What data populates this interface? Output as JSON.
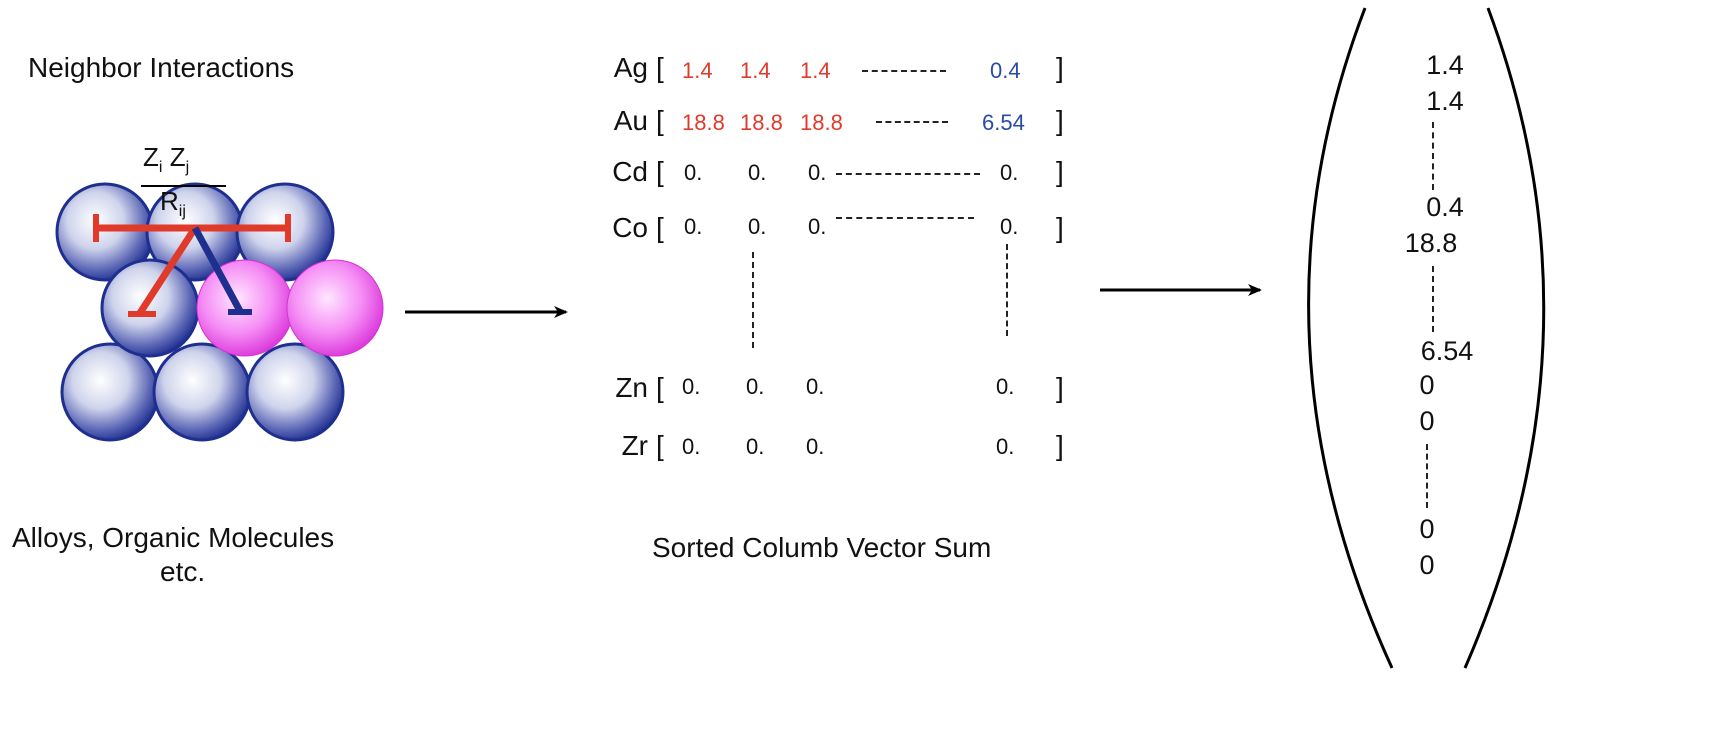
{
  "left": {
    "title": "Neighbor Interactions",
    "caption_line1": "Alloys, Organic Molecules",
    "caption_line2": "etc.",
    "formula": {
      "zi": "Z",
      "i": "i",
      "zj": "Z",
      "j": "j",
      "r": "R",
      "ij": "ij"
    }
  },
  "matrix": {
    "caption": "Sorted Columb Vector Sum",
    "open": "[",
    "close": "]",
    "rows": [
      {
        "label": "Ag",
        "values": [
          "1.4",
          "1.4",
          "1.4"
        ],
        "last": "0.4"
      },
      {
        "label": "Au",
        "values": [
          "18.8",
          "18.8",
          "18.8"
        ],
        "last": "6.54"
      },
      {
        "label": "Cd",
        "values": [
          "0.",
          "0.",
          "0."
        ],
        "last": "0."
      },
      {
        "label": "Co",
        "values": [
          "0.",
          "0.",
          "0."
        ],
        "last": "0."
      },
      {
        "label": "Zn",
        "values": [
          "0.",
          "0.",
          "0."
        ],
        "last": "0."
      },
      {
        "label": "Zr",
        "values": [
          "0.",
          "0.",
          "0."
        ],
        "last": "0."
      }
    ]
  },
  "vector": {
    "values": [
      "1.4",
      "1.4",
      "0.4",
      "18.8",
      "6.54",
      "0",
      "0",
      "0",
      "0"
    ]
  },
  "colors": {
    "red": "#e03a2a",
    "blue": "#2a4aa8",
    "atom_blue": "#1f2f8f",
    "atom_pink": "#e040e0"
  }
}
